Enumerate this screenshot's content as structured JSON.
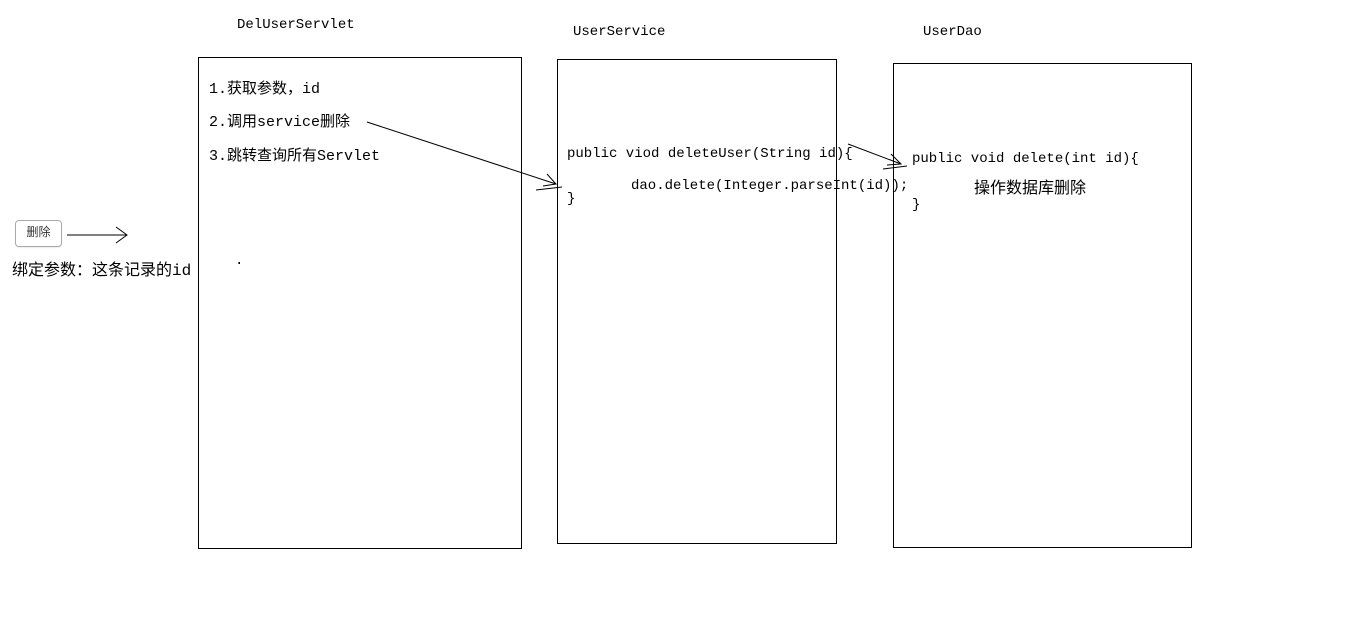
{
  "page": {
    "background_color": "#ffffff",
    "line_color": "#000000"
  },
  "delete_control": {
    "button_label": "删除",
    "caption": "绑定参数：这条记录的id"
  },
  "servlet": {
    "title": "DelUserServlet",
    "steps": [
      "1.获取参数，id",
      "2.调用service删除",
      "3.跳转查询所有Servlet"
    ],
    "stray_dot": "."
  },
  "service": {
    "title": "UserService",
    "code": [
      "public viod deleteUser(String id){",
      "dao.delete(Integer.parseInt(id));",
      "}"
    ]
  },
  "dao": {
    "title": "UserDao",
    "code_signature": "public void delete(int id){",
    "code_comment": "操作数据库删除",
    "code_close": "}"
  }
}
